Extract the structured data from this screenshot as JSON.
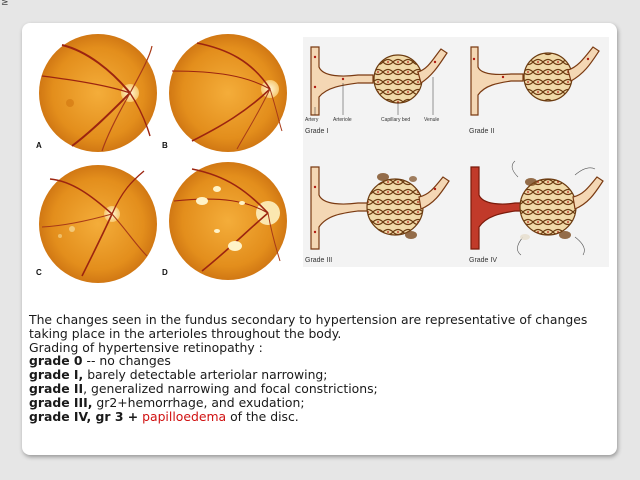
{
  "corner_mark": "≥",
  "fundus": {
    "labels": [
      "A",
      "B",
      "C",
      "D"
    ]
  },
  "vessels": {
    "grades": [
      "Grade I",
      "Grade II",
      "Grade III",
      "Grade IV"
    ],
    "parts": {
      "artery": "Artery",
      "arteriole": "Arteriole",
      "capillary": "Capillary bed",
      "venule": "Venule"
    }
  },
  "caption": {
    "line1": "The changes seen in the fundus secondary to hypertension are representative of changes",
    "line2": "taking place in the arterioles throughout the body.",
    "line3": "Grading of hypertensive retinopathy :",
    "g0_label": "grade 0",
    "g0_text": " --  no changes",
    "g1_label": "grade I,",
    "g1_text": " barely detectable arteriolar narrowing;",
    "g2_label": "grade II",
    "g2_text": ", generalized narrowing and focal constrictions;",
    "g3_label": "grade III,",
    "g3_text": " gr2+hemorrhage, and exudation;",
    "g4_label": "grade IV, gr 3 +",
    "g4_red": " papilloedema",
    "g4_text": " of the disc."
  },
  "colors": {
    "fundus_orange": "#e8951f",
    "vessel_red": "#a3240f",
    "accent_red": "#d01010"
  }
}
